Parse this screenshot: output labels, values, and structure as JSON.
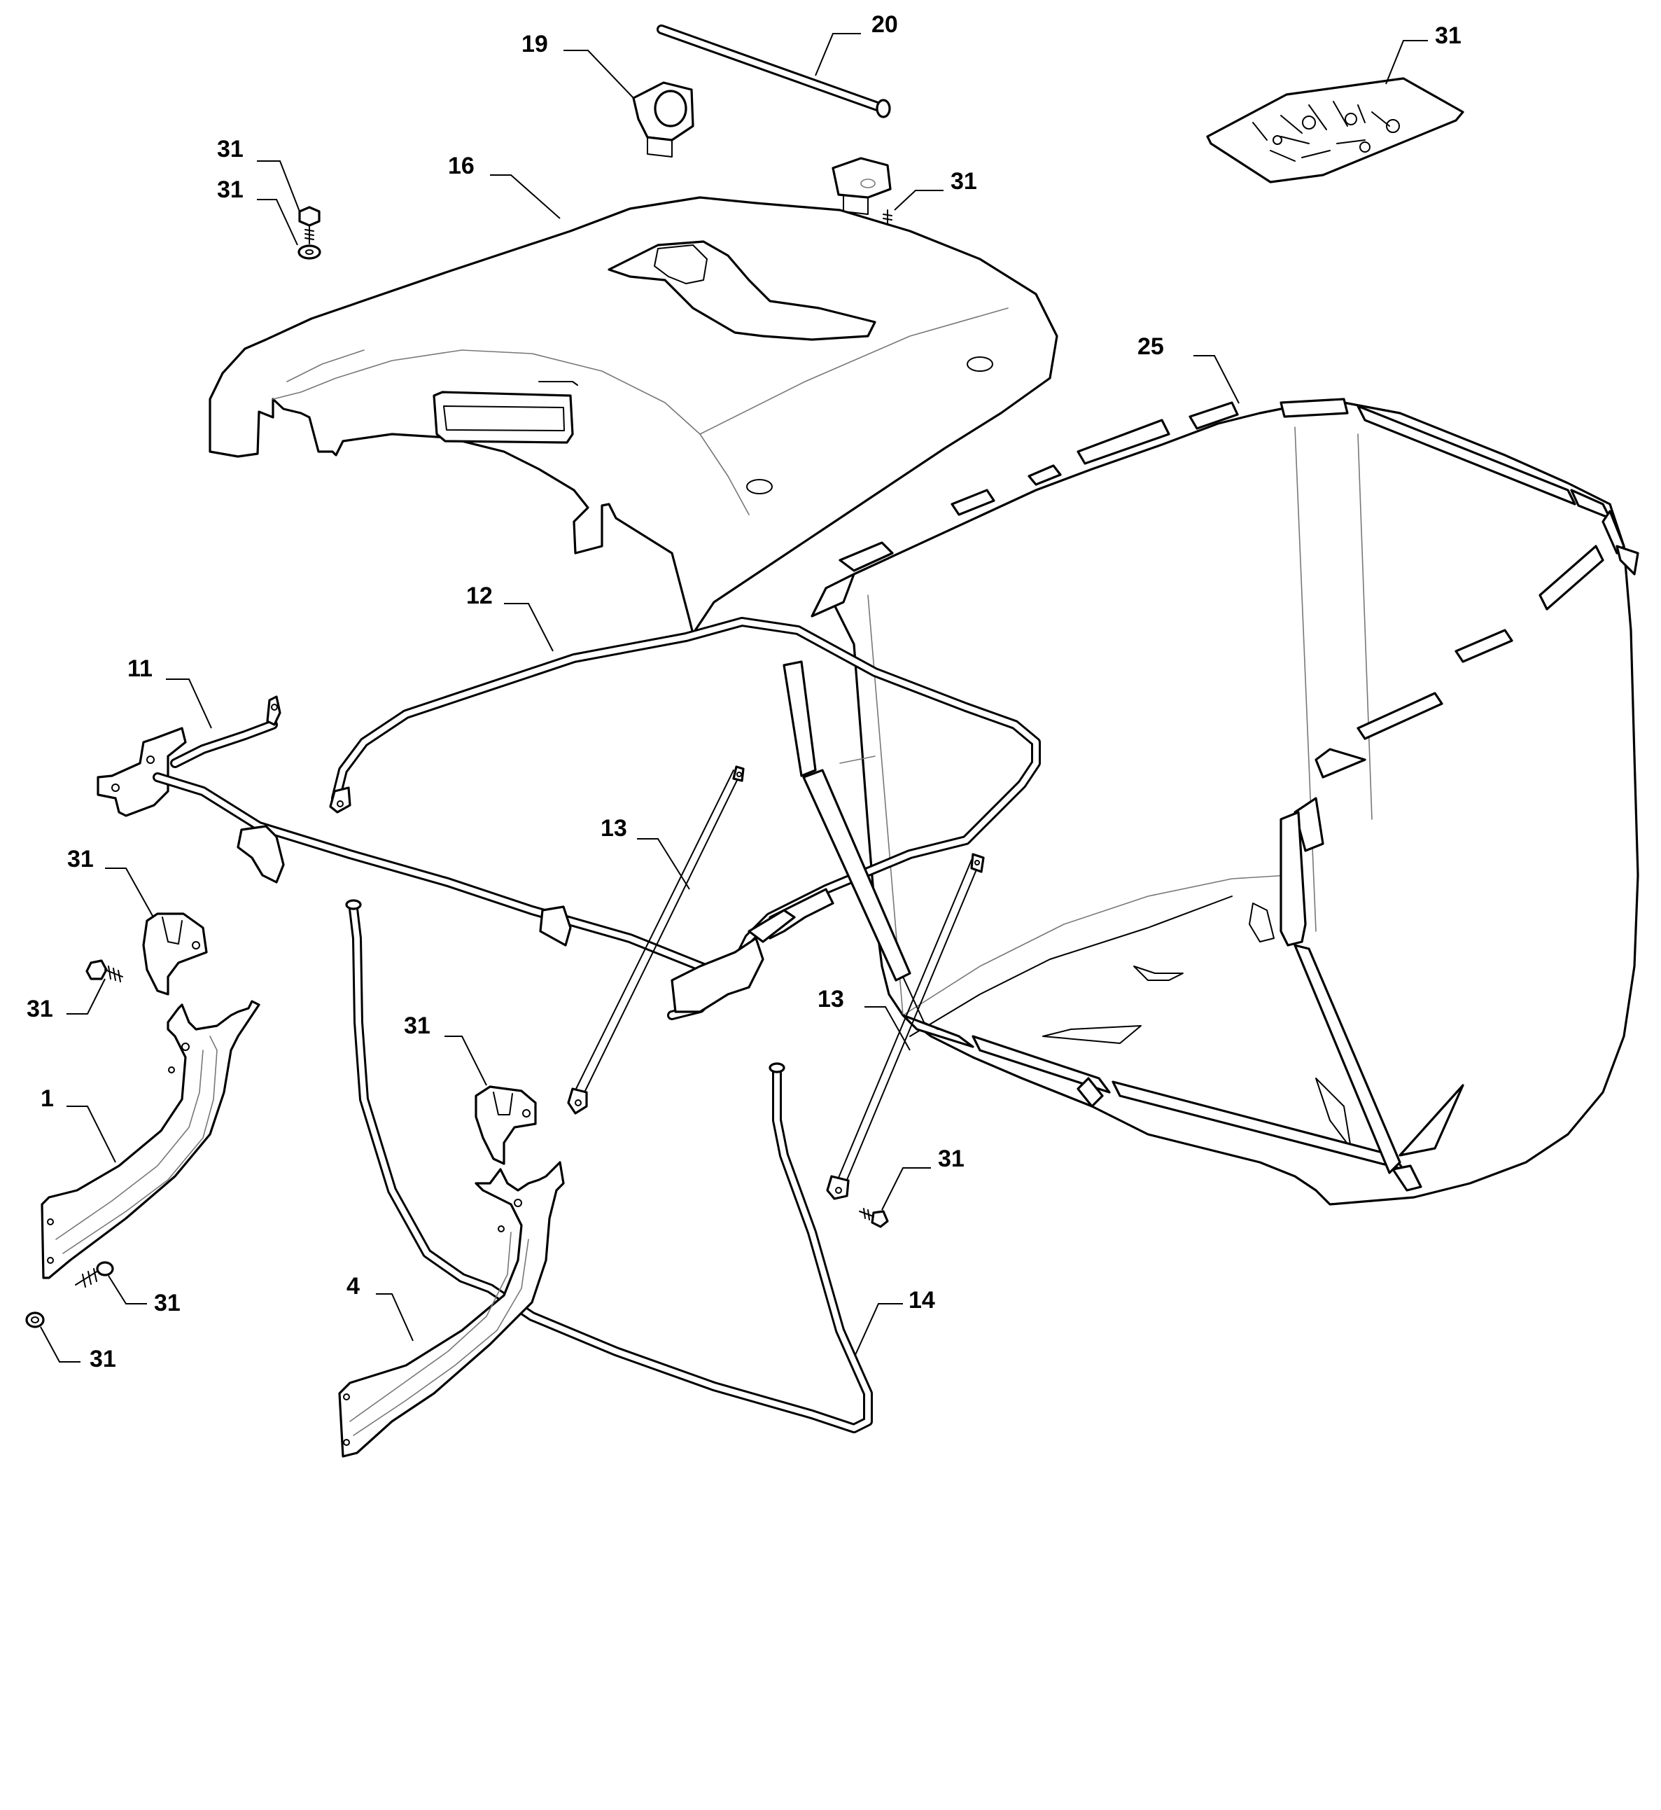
{
  "callouts": [
    {
      "id": "c20",
      "label": "20"
    },
    {
      "id": "c19",
      "label": "19"
    },
    {
      "id": "c31-kit",
      "label": "31"
    },
    {
      "id": "c31-bolt",
      "label": "31"
    },
    {
      "id": "c31-washer",
      "label": "31"
    },
    {
      "id": "c16",
      "label": "16"
    },
    {
      "id": "c31-screw-top",
      "label": "31"
    },
    {
      "id": "c25",
      "label": "25"
    },
    {
      "id": "c12",
      "label": "12"
    },
    {
      "id": "c11",
      "label": "11"
    },
    {
      "id": "c13-left",
      "label": "13"
    },
    {
      "id": "c31-clip-left",
      "label": "31"
    },
    {
      "id": "c31-bolt-left",
      "label": "31"
    },
    {
      "id": "c1",
      "label": "1"
    },
    {
      "id": "c31-clip-mid",
      "label": "31"
    },
    {
      "id": "c13-right",
      "label": "13"
    },
    {
      "id": "c31-screw-right",
      "label": "31"
    },
    {
      "id": "c31-bolt-bottom",
      "label": "31"
    },
    {
      "id": "c31-nut-bottom",
      "label": "31"
    },
    {
      "id": "c4",
      "label": "4"
    },
    {
      "id": "c14",
      "label": "14"
    }
  ]
}
